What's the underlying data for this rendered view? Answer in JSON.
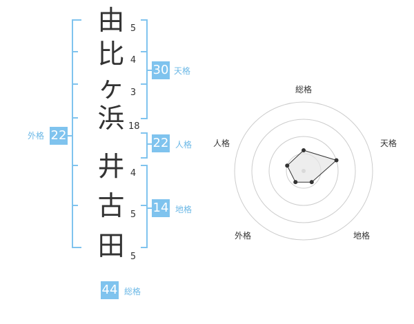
{
  "name_chars": [
    {
      "char": "由",
      "strokes": "5"
    },
    {
      "char": "比",
      "strokes": "4"
    },
    {
      "char": "ヶ",
      "strokes": "3"
    },
    {
      "char": "浜",
      "strokes": "18"
    },
    {
      "char": "井",
      "strokes": "4"
    },
    {
      "char": "古",
      "strokes": "5"
    },
    {
      "char": "田",
      "strokes": "5"
    }
  ],
  "fortunes": {
    "tenkaku": {
      "value": "30",
      "label": "天格"
    },
    "jinkaku": {
      "value": "22",
      "label": "人格"
    },
    "chikaku": {
      "value": "14",
      "label": "地格"
    },
    "gaikaku": {
      "value": "22",
      "label": "外格"
    },
    "soukaku": {
      "value": "44",
      "label": "総格"
    }
  },
  "colors": {
    "accent": "#7fc3ee",
    "accent_text": "#6cb8e6",
    "grid": "#cccccc",
    "fill": "#e6e6e6"
  },
  "chart_data": {
    "type": "radar",
    "axes": [
      "総格",
      "天格",
      "地格",
      "外格",
      "人格"
    ],
    "values": [
      0.3,
      0.5,
      0.2,
      0.2,
      0.25
    ],
    "range": [
      0,
      1
    ],
    "rings": 4
  }
}
